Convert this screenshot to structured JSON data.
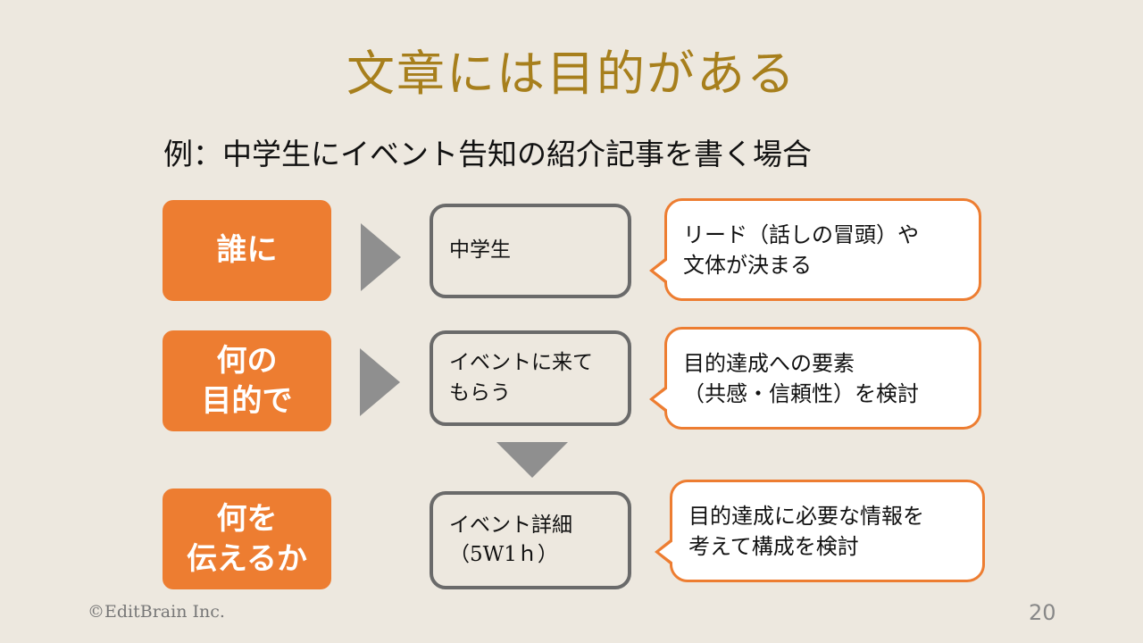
{
  "title": "文章には目的がある",
  "subtitle": "例：中学生にイベント告知の紹介記事を書く場合",
  "rows": [
    {
      "label": "誰に",
      "value": "中学生",
      "note": "リード（話しの冒頭）や\n文体が決まる"
    },
    {
      "label": "何の\n目的で",
      "value": "イベントに来て\nもらう",
      "note": "目的達成への要素\n（共感・信頼性）を検討"
    },
    {
      "label": "何を\n伝えるか",
      "value": "イベント詳細\n（5W1ｈ）",
      "note": "目的達成に必要な情報を\n考えて構成を検討"
    }
  ],
  "footer": "©EditBrain Inc.",
  "page_number": "20",
  "colors": {
    "accent": "#ed7d31",
    "title": "#a77f1c",
    "arrow": "#8f8f8f"
  }
}
